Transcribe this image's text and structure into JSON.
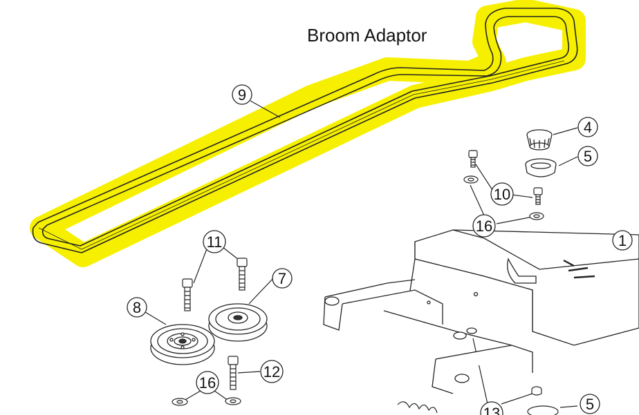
{
  "title": "Broom Adaptor",
  "highlight_color": "#f6f000",
  "line_color": "#222222",
  "callouts": [
    {
      "id": "c9",
      "label": "9"
    },
    {
      "id": "c4",
      "label": "4"
    },
    {
      "id": "c5a",
      "label": "5"
    },
    {
      "id": "c10",
      "label": "10"
    },
    {
      "id": "c16a",
      "label": "16"
    },
    {
      "id": "c1",
      "label": "1"
    },
    {
      "id": "c11",
      "label": "11"
    },
    {
      "id": "c7",
      "label": "7"
    },
    {
      "id": "c8",
      "label": "8"
    },
    {
      "id": "c12",
      "label": "12"
    },
    {
      "id": "c16b",
      "label": "16"
    },
    {
      "id": "c13",
      "label": "13"
    },
    {
      "id": "c5b",
      "label": "5"
    }
  ]
}
